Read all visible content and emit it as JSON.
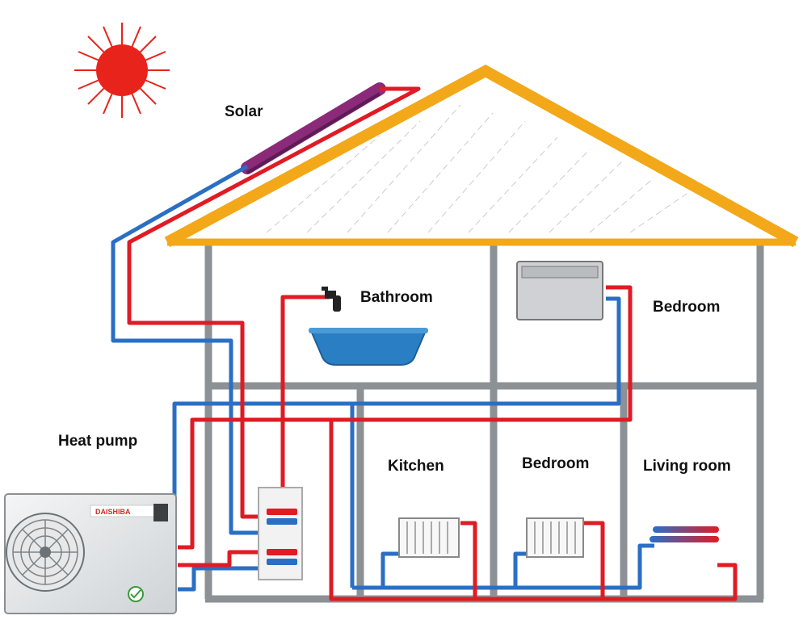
{
  "labels": {
    "solar": "Solar",
    "bathroom": "Bathroom",
    "bedroom_upper": "Bedroom",
    "heat_pump": "Heat pump",
    "kitchen": "Kitchen",
    "bedroom_lower": "Bedroom",
    "living_room": "Living room"
  },
  "heat_pump_brand": "DAISHIBA",
  "colors": {
    "hot_pipe": "#e01b24",
    "cold_pipe": "#2a6fc4",
    "roof": "#f2a818",
    "wall": "#8c9196",
    "sun": "#e8231c",
    "solar_panel": "#8c2a7a"
  }
}
